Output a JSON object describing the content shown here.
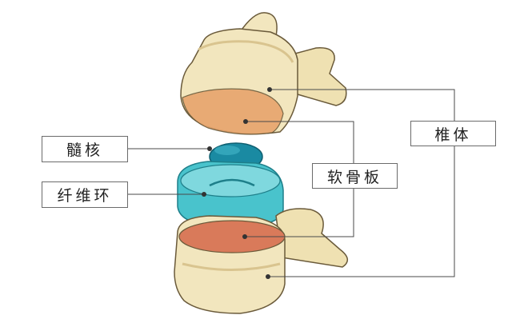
{
  "labels": {
    "nucleus": "髓核",
    "annulus": "纤维环",
    "endplate": "软骨板",
    "vertebral_body": "椎体"
  },
  "colors": {
    "bone": "#f2e6be",
    "bone_shadow": "#d9c48f",
    "outline": "#6a5a3a",
    "endplate": "#e8a46c",
    "endplate_lower": "#d97a5a",
    "annulus": "#49c3cc",
    "nucleus": "#1a8aa2",
    "leader": "#4a4a4a"
  }
}
